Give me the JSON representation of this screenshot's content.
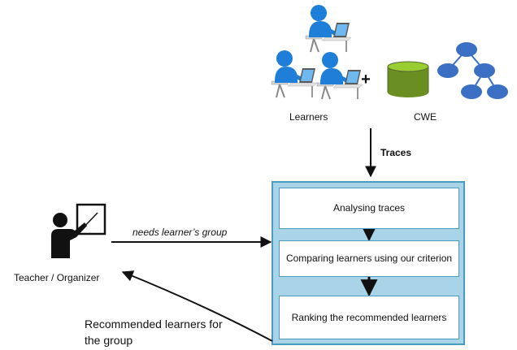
{
  "learners": {
    "label": "Learners",
    "count": 3,
    "icon": "learner-at-computer-icon",
    "color": "#1f7fd8"
  },
  "plus_sign": "+",
  "cwe": {
    "label": "CWE",
    "database_icon": "database-icon",
    "tree_icon": "tree-structure-icon",
    "db_color": "#6b8e23",
    "tree_color": "#3a6fc4"
  },
  "traces_label": "Traces",
  "teacher": {
    "label": "Teacher / Organizer",
    "icon": "teacher-at-board-icon"
  },
  "request_label": "needs learner’s group",
  "process": {
    "container_color": "#a9d3e6",
    "steps": [
      {
        "label": "Analysing traces"
      },
      {
        "label": "Comparing learners  using our criterion"
      },
      {
        "label": "Ranking the recommended learners"
      }
    ]
  },
  "result_label": "Recommended learners for the group"
}
